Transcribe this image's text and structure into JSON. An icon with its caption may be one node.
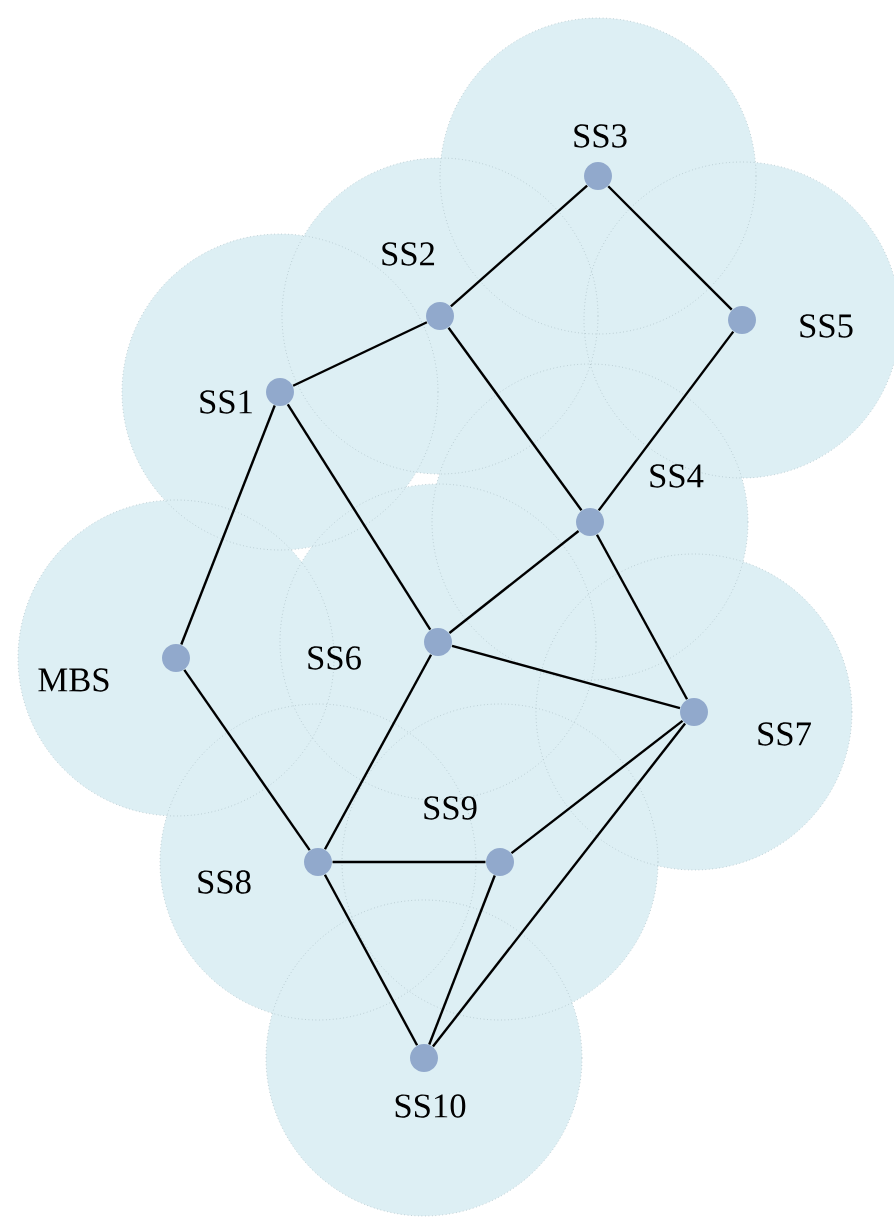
{
  "diagram": {
    "nodes": [
      {
        "text": [],
        "shape": "circle",
        "beside": [
          "SS3"
        ]
      },
      {
        "text": [],
        "shape": "circle",
        "beside": [
          "SS2"
        ]
      },
      {
        "text": [],
        "shape": "circle",
        "beside": [
          "SS5"
        ]
      },
      {
        "text": [],
        "shape": "circle",
        "beside": [
          "SS1"
        ]
      },
      {
        "text": [],
        "shape": "circle",
        "beside": [
          "SS4"
        ]
      },
      {
        "text": [],
        "shape": "circle",
        "beside": [
          "MBS"
        ]
      },
      {
        "text": [],
        "shape": "circle",
        "beside": [
          "SS6"
        ]
      },
      {
        "text": [],
        "shape": "circle",
        "beside": [
          "SS7"
        ]
      },
      {
        "text": [],
        "shape": "circle",
        "beside": [
          "SS9"
        ]
      },
      {
        "text": [],
        "shape": "circle",
        "beside": [
          "SS8"
        ]
      },
      {
        "text": [],
        "shape": "circle",
        "beside": [
          "SS10"
        ]
      }
    ],
    "edges": [
      {
        "from": 0,
        "to": 1,
        "arrow": "none"
      },
      {
        "from": 0,
        "to": 2,
        "arrow": "none"
      },
      {
        "from": 1,
        "to": 3,
        "arrow": "none"
      },
      {
        "from": 1,
        "to": 4,
        "arrow": "none"
      },
      {
        "from": 2,
        "to": 4,
        "arrow": "none"
      },
      {
        "from": 3,
        "to": 5,
        "arrow": "none"
      },
      {
        "from": 3,
        "to": 6,
        "arrow": "none"
      },
      {
        "from": 4,
        "to": 6,
        "arrow": "none"
      },
      {
        "from": 4,
        "to": 7,
        "arrow": "none"
      },
      {
        "from": 6,
        "to": 7,
        "arrow": "none"
      },
      {
        "from": 5,
        "to": 9,
        "arrow": "none"
      },
      {
        "from": 6,
        "to": 9,
        "arrow": "none"
      },
      {
        "from": 9,
        "to": 8,
        "arrow": "none"
      },
      {
        "from": 7,
        "to": 8,
        "arrow": "none"
      },
      {
        "from": 7,
        "to": 10,
        "arrow": "none"
      },
      {
        "from": 9,
        "to": 10,
        "arrow": "none"
      },
      {
        "from": 8,
        "to": 10,
        "arrow": "none"
      }
    ]
  }
}
